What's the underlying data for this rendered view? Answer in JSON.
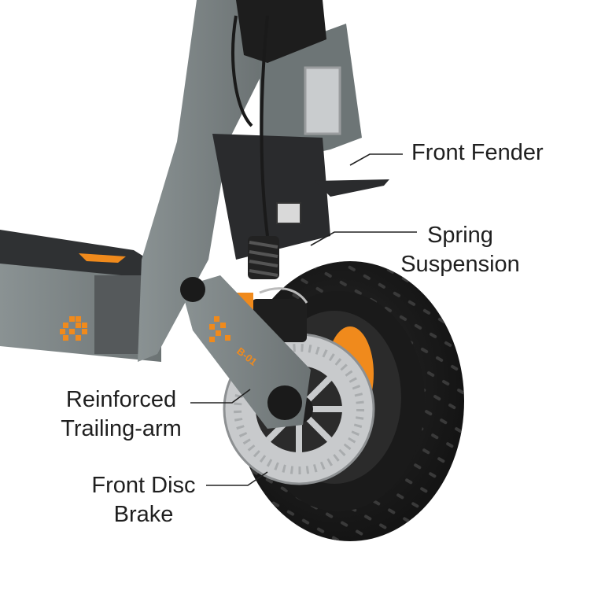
{
  "callouts": {
    "front_fender": {
      "lines": [
        "Front Fender"
      ]
    },
    "spring_suspension": {
      "lines": [
        "Spring",
        "Suspension"
      ]
    },
    "trailing_arm": {
      "lines": [
        "Reinforced",
        "Trailing-arm"
      ]
    },
    "disc_brake": {
      "lines": [
        "Front Disc",
        "Brake"
      ]
    }
  },
  "fork_marking": "B-01",
  "colors": {
    "background": "#ffffff",
    "frame_gray": "#7d8586",
    "accent_orange": "#f08a1c",
    "tire_black": "#1c1c1c",
    "label_text": "#1f1f1f"
  }
}
